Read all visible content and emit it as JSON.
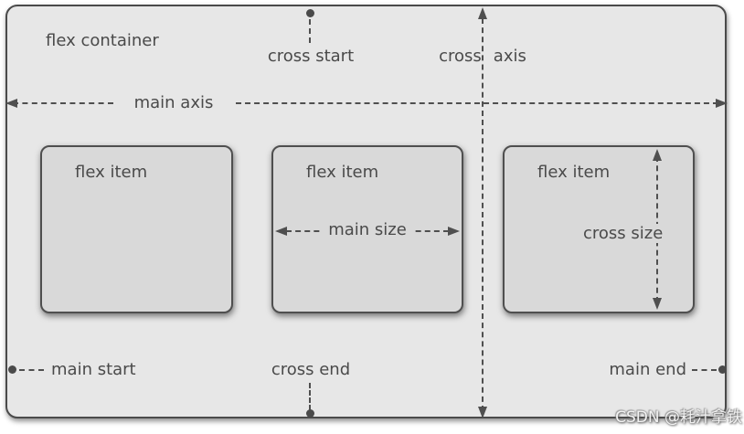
{
  "diagram": {
    "container_label": "flex container",
    "items": [
      {
        "label": "flex item"
      },
      {
        "label": "flex item"
      },
      {
        "label": "flex item"
      }
    ],
    "labels": {
      "main_axis": "main axis",
      "cross_axis_word1": "cross",
      "cross_axis_word2": "axis",
      "cross_start": "cross start",
      "cross_end": "cross end",
      "main_start": "main start",
      "main_end": "main end",
      "main_size": "main size",
      "cross_size": "cross size"
    },
    "colors": {
      "page_bg": "#ffffff",
      "container_bg": "#e7e7e7",
      "item_bg": "#d9d9d9",
      "border": "#4a4a4a",
      "dash_line": "#4f4f4f",
      "text": "#4a4a4a"
    }
  },
  "watermark": {
    "text": "CSDN @耗汁拿铁"
  }
}
